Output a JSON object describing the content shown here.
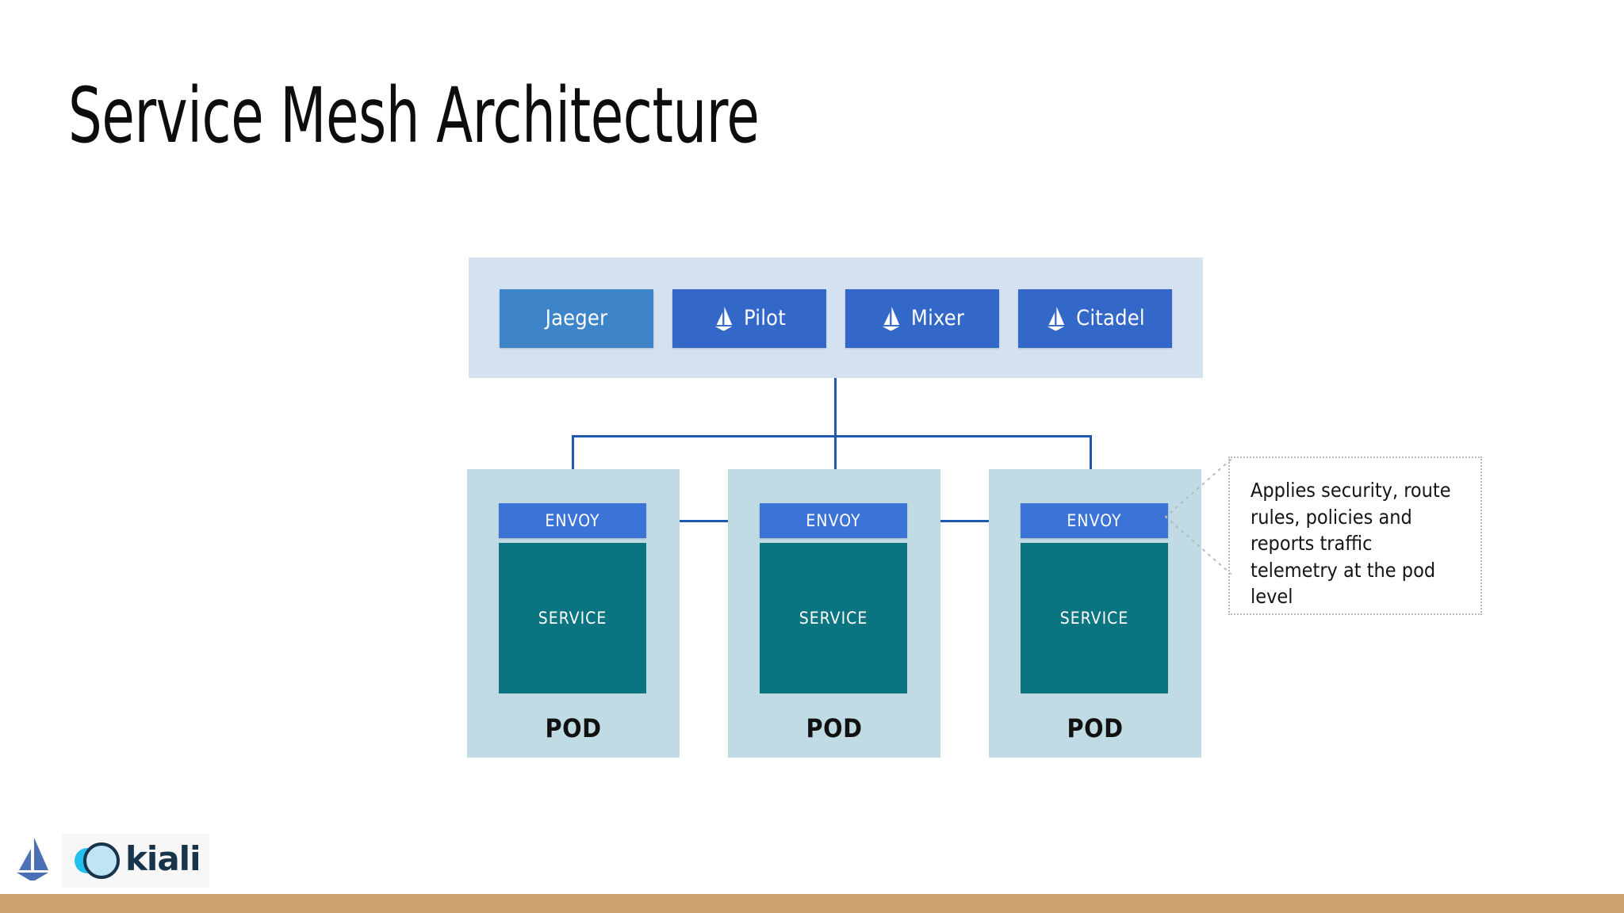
{
  "slide": {
    "title": "Service Mesh Architecture",
    "background_color": "#ffffff"
  },
  "colors": {
    "control_plane_band": "#d3e1f1",
    "jaeger_box": "#3d85c8",
    "istio_box": "#3367c8",
    "pod_background": "#c0dbe4",
    "envoy_box": "#3b74d6",
    "service_box": "#0a7480",
    "connector_line": "#2058ad",
    "callout_border": "#b8b8b8",
    "footer_bar": "#cda070",
    "istio_logo": "#466bb0",
    "kiali_cyan": "#22c0f0",
    "kiali_navy": "#17344a"
  },
  "control_plane": {
    "components": [
      {
        "label": "Jaeger",
        "icon": "none",
        "style": "jaeger"
      },
      {
        "label": "Pilot",
        "icon": "istio-sail-icon",
        "style": "istio"
      },
      {
        "label": "Mixer",
        "icon": "istio-sail-icon",
        "style": "istio"
      },
      {
        "label": "Citadel",
        "icon": "istio-sail-icon",
        "style": "istio"
      }
    ]
  },
  "data_plane": {
    "pods": [
      {
        "proxy_label": "ENVOY",
        "service_label": "SERVICE",
        "pod_label": "POD"
      },
      {
        "proxy_label": "ENVOY",
        "service_label": "SERVICE",
        "pod_label": "POD"
      },
      {
        "proxy_label": "ENVOY",
        "service_label": "SERVICE",
        "pod_label": "POD"
      }
    ]
  },
  "callout": {
    "text": "Applies security, route rules, policies and reports traffic telemetry at the pod level",
    "border_style": "dotted"
  },
  "footer": {
    "istio_logo_name": "istio-sail-logo",
    "kiali_logo_name": "kiali-logo",
    "kiali_wordmark": "kiali"
  }
}
